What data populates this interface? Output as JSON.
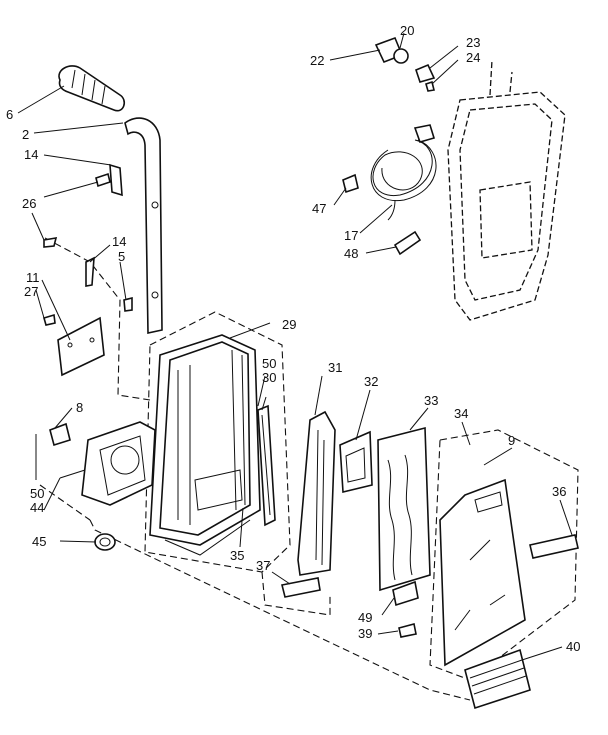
{
  "callouts": {
    "c2": "2",
    "c5": "5",
    "c6": "6",
    "c8": "8",
    "c9": "9",
    "c11": "11",
    "c14a": "14",
    "c14b": "14",
    "c17": "17",
    "c20": "20",
    "c22": "22",
    "c23": "23",
    "c24": "24",
    "c26": "26",
    "c27": "27",
    "c29": "29",
    "c30": "30",
    "c31": "31",
    "c32": "32",
    "c33": "33",
    "c34": "34",
    "c35": "35",
    "c36": "36",
    "c37": "37",
    "c39": "39",
    "c40": "40",
    "c44": "44",
    "c45": "45",
    "c47": "47",
    "c48": "48",
    "c49": "49",
    "c50a": "50",
    "c50b": "50"
  }
}
